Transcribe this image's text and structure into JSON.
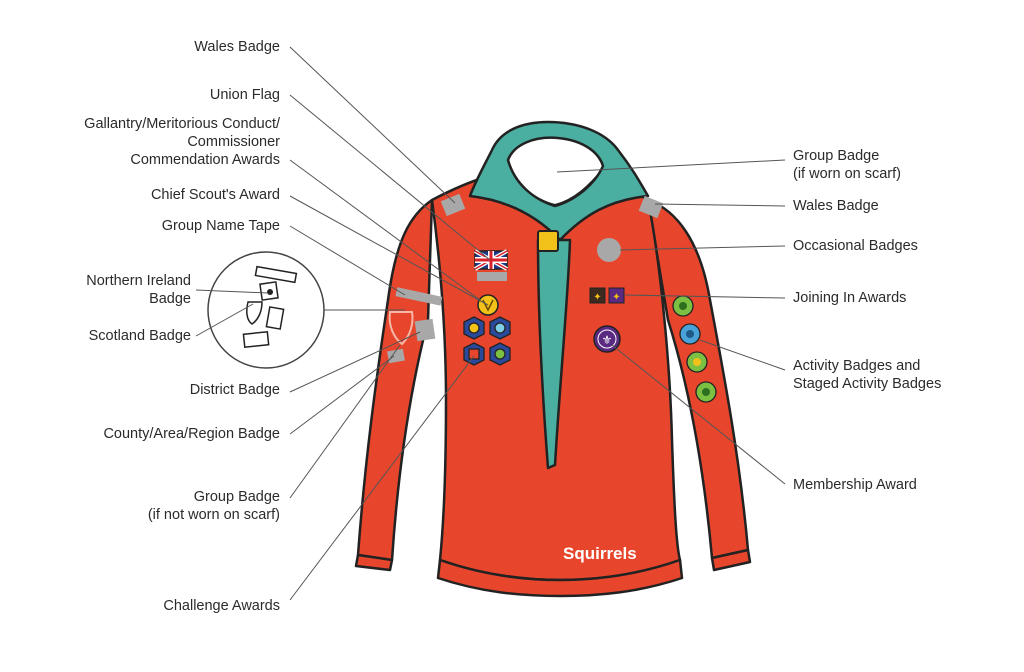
{
  "labels": {
    "wales_badge_left": "Wales Badge",
    "union_flag": "Union Flag",
    "gallantry_line1": "Gallantry/Meritorious Conduct/",
    "gallantry_line2": "Commissioner",
    "gallantry_line3": "Commendation Awards",
    "chief_scout_award": "Chief Scout's Award",
    "group_name_tape": "Group Name Tape",
    "northern_ireland_line1": "Northern Ireland",
    "northern_ireland_line2": "Badge",
    "scotland_badge": "Scotland Badge",
    "district_badge": "District Badge",
    "county_badge": "County/Area/Region Badge",
    "group_badge_left_line1": "Group Badge",
    "group_badge_left_line2": "(if not worn on scarf)",
    "challenge_awards": "Challenge Awards",
    "group_badge_right_line1": "Group Badge",
    "group_badge_right_line2": "(if worn on scarf)",
    "wales_badge_right": "Wales Badge",
    "occasional_badges": "Occasional Badges",
    "joining_in_awards": "Joining In Awards",
    "activity_line1": "Activity Badges and",
    "activity_line2": "Staged Activity Badges",
    "membership_award": "Membership Award"
  },
  "brand": {
    "name": "Squirrels"
  },
  "colors": {
    "jumper": "#e8462c",
    "scarf": "#4aaea0",
    "woggle": "#f2c21a",
    "placeholder_badge": "#a8a8a8",
    "outline": "#222222",
    "leader_line": "#555555"
  },
  "icons": {
    "union_flag": "union-flag-icon",
    "membership": "fleur-de-lis-icon"
  }
}
